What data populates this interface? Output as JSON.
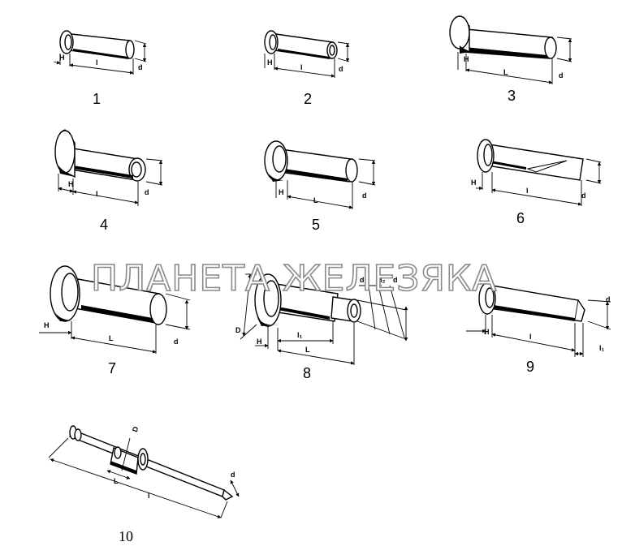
{
  "figures": [
    {
      "number": "1",
      "labels": [
        "H",
        "l",
        "d"
      ]
    },
    {
      "number": "2",
      "labels": [
        "H",
        "l",
        "d"
      ]
    },
    {
      "number": "3",
      "labels": [
        "H",
        "L",
        "d"
      ]
    },
    {
      "number": "4",
      "labels": [
        "H",
        "L",
        "d"
      ]
    },
    {
      "number": "5",
      "labels": [
        "H",
        "L",
        "d"
      ]
    },
    {
      "number": "6",
      "labels": [
        "H",
        "l",
        "d"
      ]
    },
    {
      "number": "7",
      "labels": [
        "H",
        "L",
        "d"
      ]
    },
    {
      "number": "8",
      "labels": [
        "D",
        "H",
        "l₁",
        "L",
        "d₁",
        "d₂",
        "d"
      ]
    },
    {
      "number": "9",
      "labels": [
        "H",
        "l",
        "l₁",
        "d"
      ]
    },
    {
      "number": "10",
      "labels": [
        "D",
        "L",
        "l",
        "d"
      ]
    }
  ],
  "watermark": "ПЛАНЕТА ЖЕЛЕЗЯКА"
}
